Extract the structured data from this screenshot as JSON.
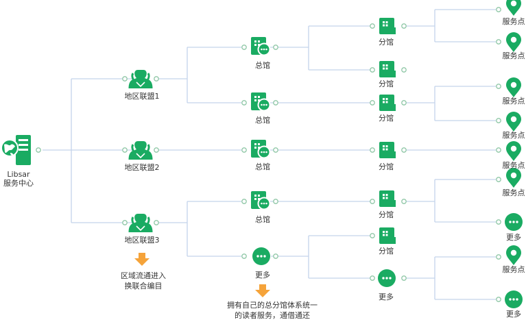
{
  "center": {
    "line1": "Libsar",
    "line2": "服务中心"
  },
  "regions": [
    {
      "label": "地区联盟1"
    },
    {
      "label": "地区联盟2"
    },
    {
      "label": "地区联盟3"
    }
  ],
  "region_note": {
    "line1": "区域流通进入",
    "line2": "换联合编目"
  },
  "main_libraries": {
    "label": "总馆"
  },
  "more_label": "更多",
  "more_note": {
    "line1": "拥有自己的总分馆体系统一",
    "line2": "的读者服务，通借通还"
  },
  "branches": {
    "label": "分馆"
  },
  "service_points": {
    "label": "服务点"
  },
  "colors": {
    "green": "#1aab62",
    "edge": "#c3d3ea",
    "port": "#8fc7a6",
    "arrow": "#f5a33a"
  }
}
